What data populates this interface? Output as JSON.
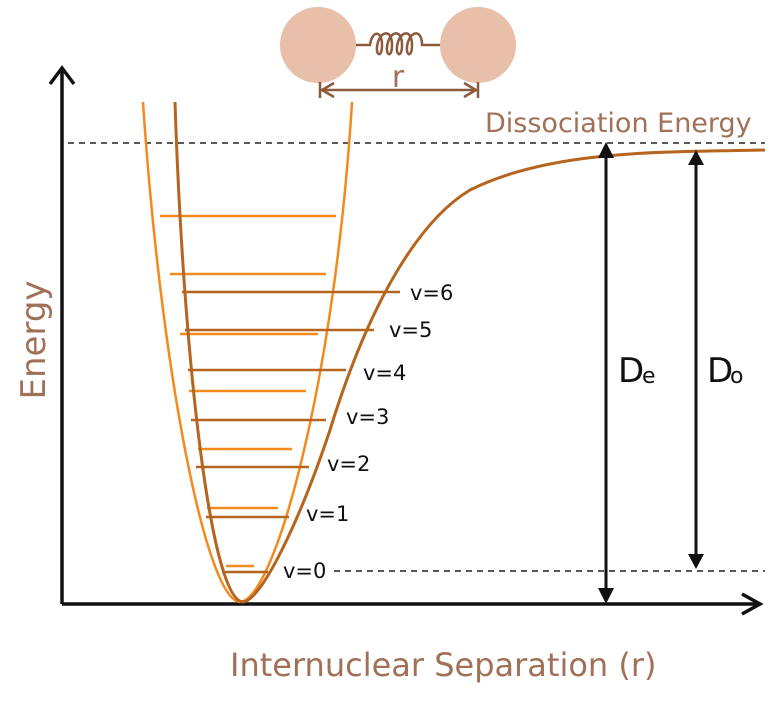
{
  "diagram": {
    "molecule": {
      "bond_label": "r",
      "colors": {
        "atom": "#e8bfa8",
        "spring": "#8b5a3c",
        "arrow": "#8b5a3c"
      }
    },
    "dissociation_label": "Dissociation Energy",
    "axes": {
      "x_label": "Internuclear Separation (r)",
      "y_label": "Energy"
    },
    "energy_levels": [
      "v=0",
      "v=1",
      "v=2",
      "v=3",
      "v=4",
      "v=5",
      "v=6"
    ],
    "arrows": {
      "De_main": "D",
      "De_sub": "e",
      "D0_main": "D",
      "D0_sub": "o"
    },
    "colors": {
      "morse": "#b5651d",
      "harmonic": "#f28a1e",
      "text_brown": "#a07058",
      "text_dark": "#111111"
    }
  }
}
